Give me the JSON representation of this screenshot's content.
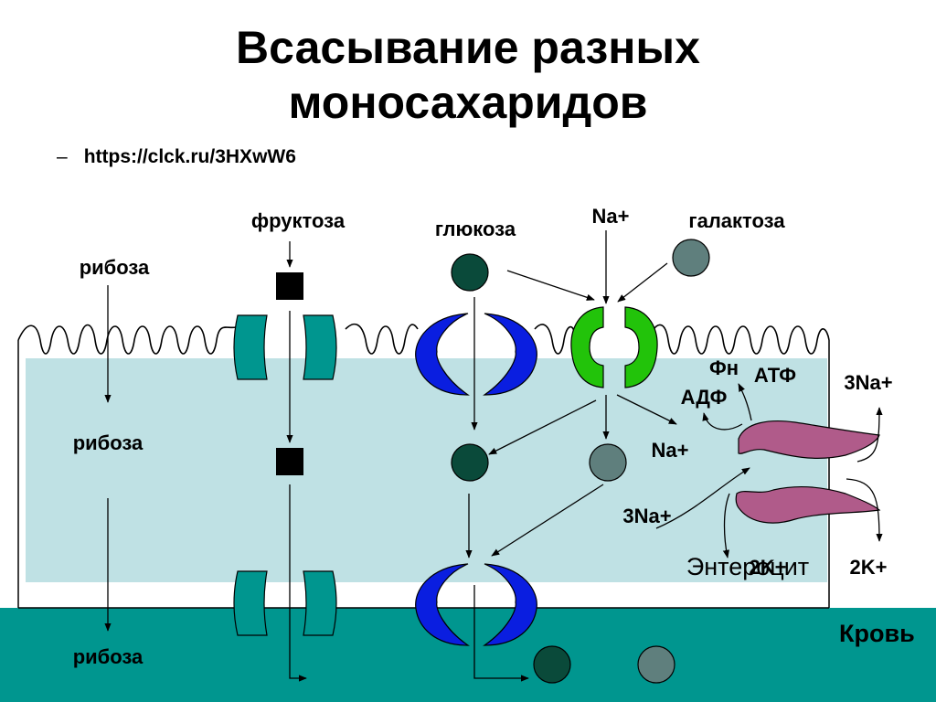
{
  "title": "Всасывание  разных моносахаридов",
  "bullet": {
    "dash": "–",
    "link": "https://clck.ru/3HXwW6"
  },
  "labels": {
    "fructose": "фруктоза",
    "glucose": "глюкоза",
    "na_top": "Na+",
    "galactose": "галактоза",
    "ribose_top": "рибоза",
    "ribose_mid": "рибоза",
    "ribose_bottom": "рибоза",
    "fn": "Фн",
    "atp": "АТФ",
    "adp": "АДФ",
    "na3_right": "3Na+",
    "na_cell": "Na+",
    "na3_cell": "3Na+",
    "enterocyte": "Энтероцит",
    "k2_overlap": "2K+",
    "k2_right": "2K+",
    "blood": "Кровь"
  },
  "colors": {
    "cell_fill": "#bfe1e4",
    "blood": "#00968f",
    "channel": "#00968f",
    "sglt_blue": "#0a1ee0",
    "sglt_green": "#22c30a",
    "pump": "#b05b8a",
    "glucose_ball": "#0a4a3a",
    "galactose_ball": "#5f7f7d"
  }
}
